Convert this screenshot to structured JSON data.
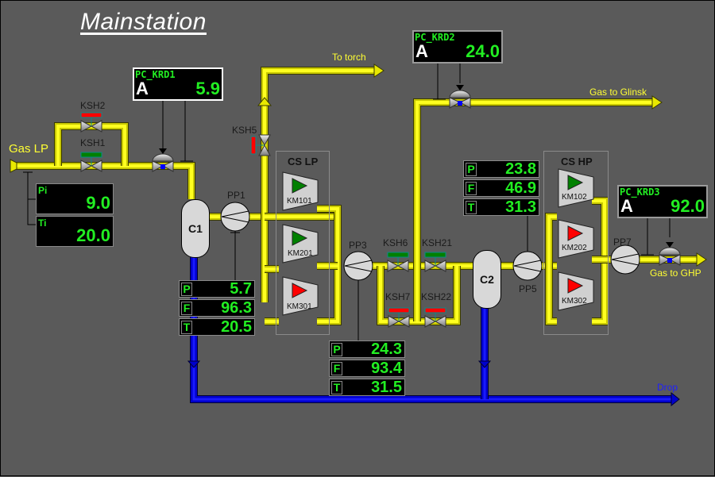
{
  "title": "Mainstation",
  "colors": {
    "background": "#5a5a5a",
    "gas_pipe": "#e8e800",
    "drain_pipe": "#0000cc",
    "value_green": "#22ee22",
    "status_open": "#008000",
    "status_closed": "#ff0000"
  },
  "flow_labels": {
    "gas_lp": "Gas LP",
    "to_torch": "To torch",
    "gas_to_glinsk": "Gas to Glinsk",
    "gas_to_ghp": "Gas to GHP",
    "drop": "Drop"
  },
  "controllers": [
    {
      "name": "PC_KRD1",
      "mode": "A",
      "value": "5.9"
    },
    {
      "name": "PC_KRD2",
      "mode": "A",
      "value": "24.0"
    },
    {
      "name": "PC_KRD3",
      "mode": "A",
      "value": "92.0"
    }
  ],
  "inlet_sensors": [
    {
      "key": "Pi",
      "value": "9.0"
    },
    {
      "key": "Ti",
      "value": "20.0"
    }
  ],
  "pft_panels": [
    {
      "id": "PP1",
      "rows": [
        {
          "key": "P",
          "value": "5.7"
        },
        {
          "key": "F",
          "value": "96.3"
        },
        {
          "key": "T",
          "value": "20.5"
        }
      ]
    },
    {
      "id": "PP3",
      "rows": [
        {
          "key": "P",
          "value": "24.3"
        },
        {
          "key": "F",
          "value": "93.4"
        },
        {
          "key": "T",
          "value": "31.5"
        }
      ]
    },
    {
      "id": "PP5",
      "rows": [
        {
          "key": "P",
          "value": "23.8"
        },
        {
          "key": "F",
          "value": "46.9"
        },
        {
          "key": "T",
          "value": "31.3"
        }
      ]
    }
  ],
  "valves": [
    {
      "name": "KSH1",
      "state": "open"
    },
    {
      "name": "KSH2",
      "state": "closed"
    },
    {
      "name": "KSH5",
      "state": "closed"
    },
    {
      "name": "KSH6",
      "state": "open"
    },
    {
      "name": "KSH7",
      "state": "closed"
    },
    {
      "name": "KSH21",
      "state": "open"
    },
    {
      "name": "KSH22",
      "state": "closed"
    }
  ],
  "pumps": [
    "PP1",
    "PP3",
    "PP5",
    "PP7"
  ],
  "vessels": [
    "C1",
    "C2"
  ],
  "compressor_stations": [
    {
      "name": "CS LP",
      "units": [
        {
          "name": "KM101",
          "state": "running"
        },
        {
          "name": "KM201",
          "state": "running"
        },
        {
          "name": "KM301",
          "state": "stopped"
        }
      ]
    },
    {
      "name": "CS HP",
      "units": [
        {
          "name": "KM102",
          "state": "running"
        },
        {
          "name": "KM202",
          "state": "stopped"
        },
        {
          "name": "KM302",
          "state": "stopped"
        }
      ]
    }
  ]
}
